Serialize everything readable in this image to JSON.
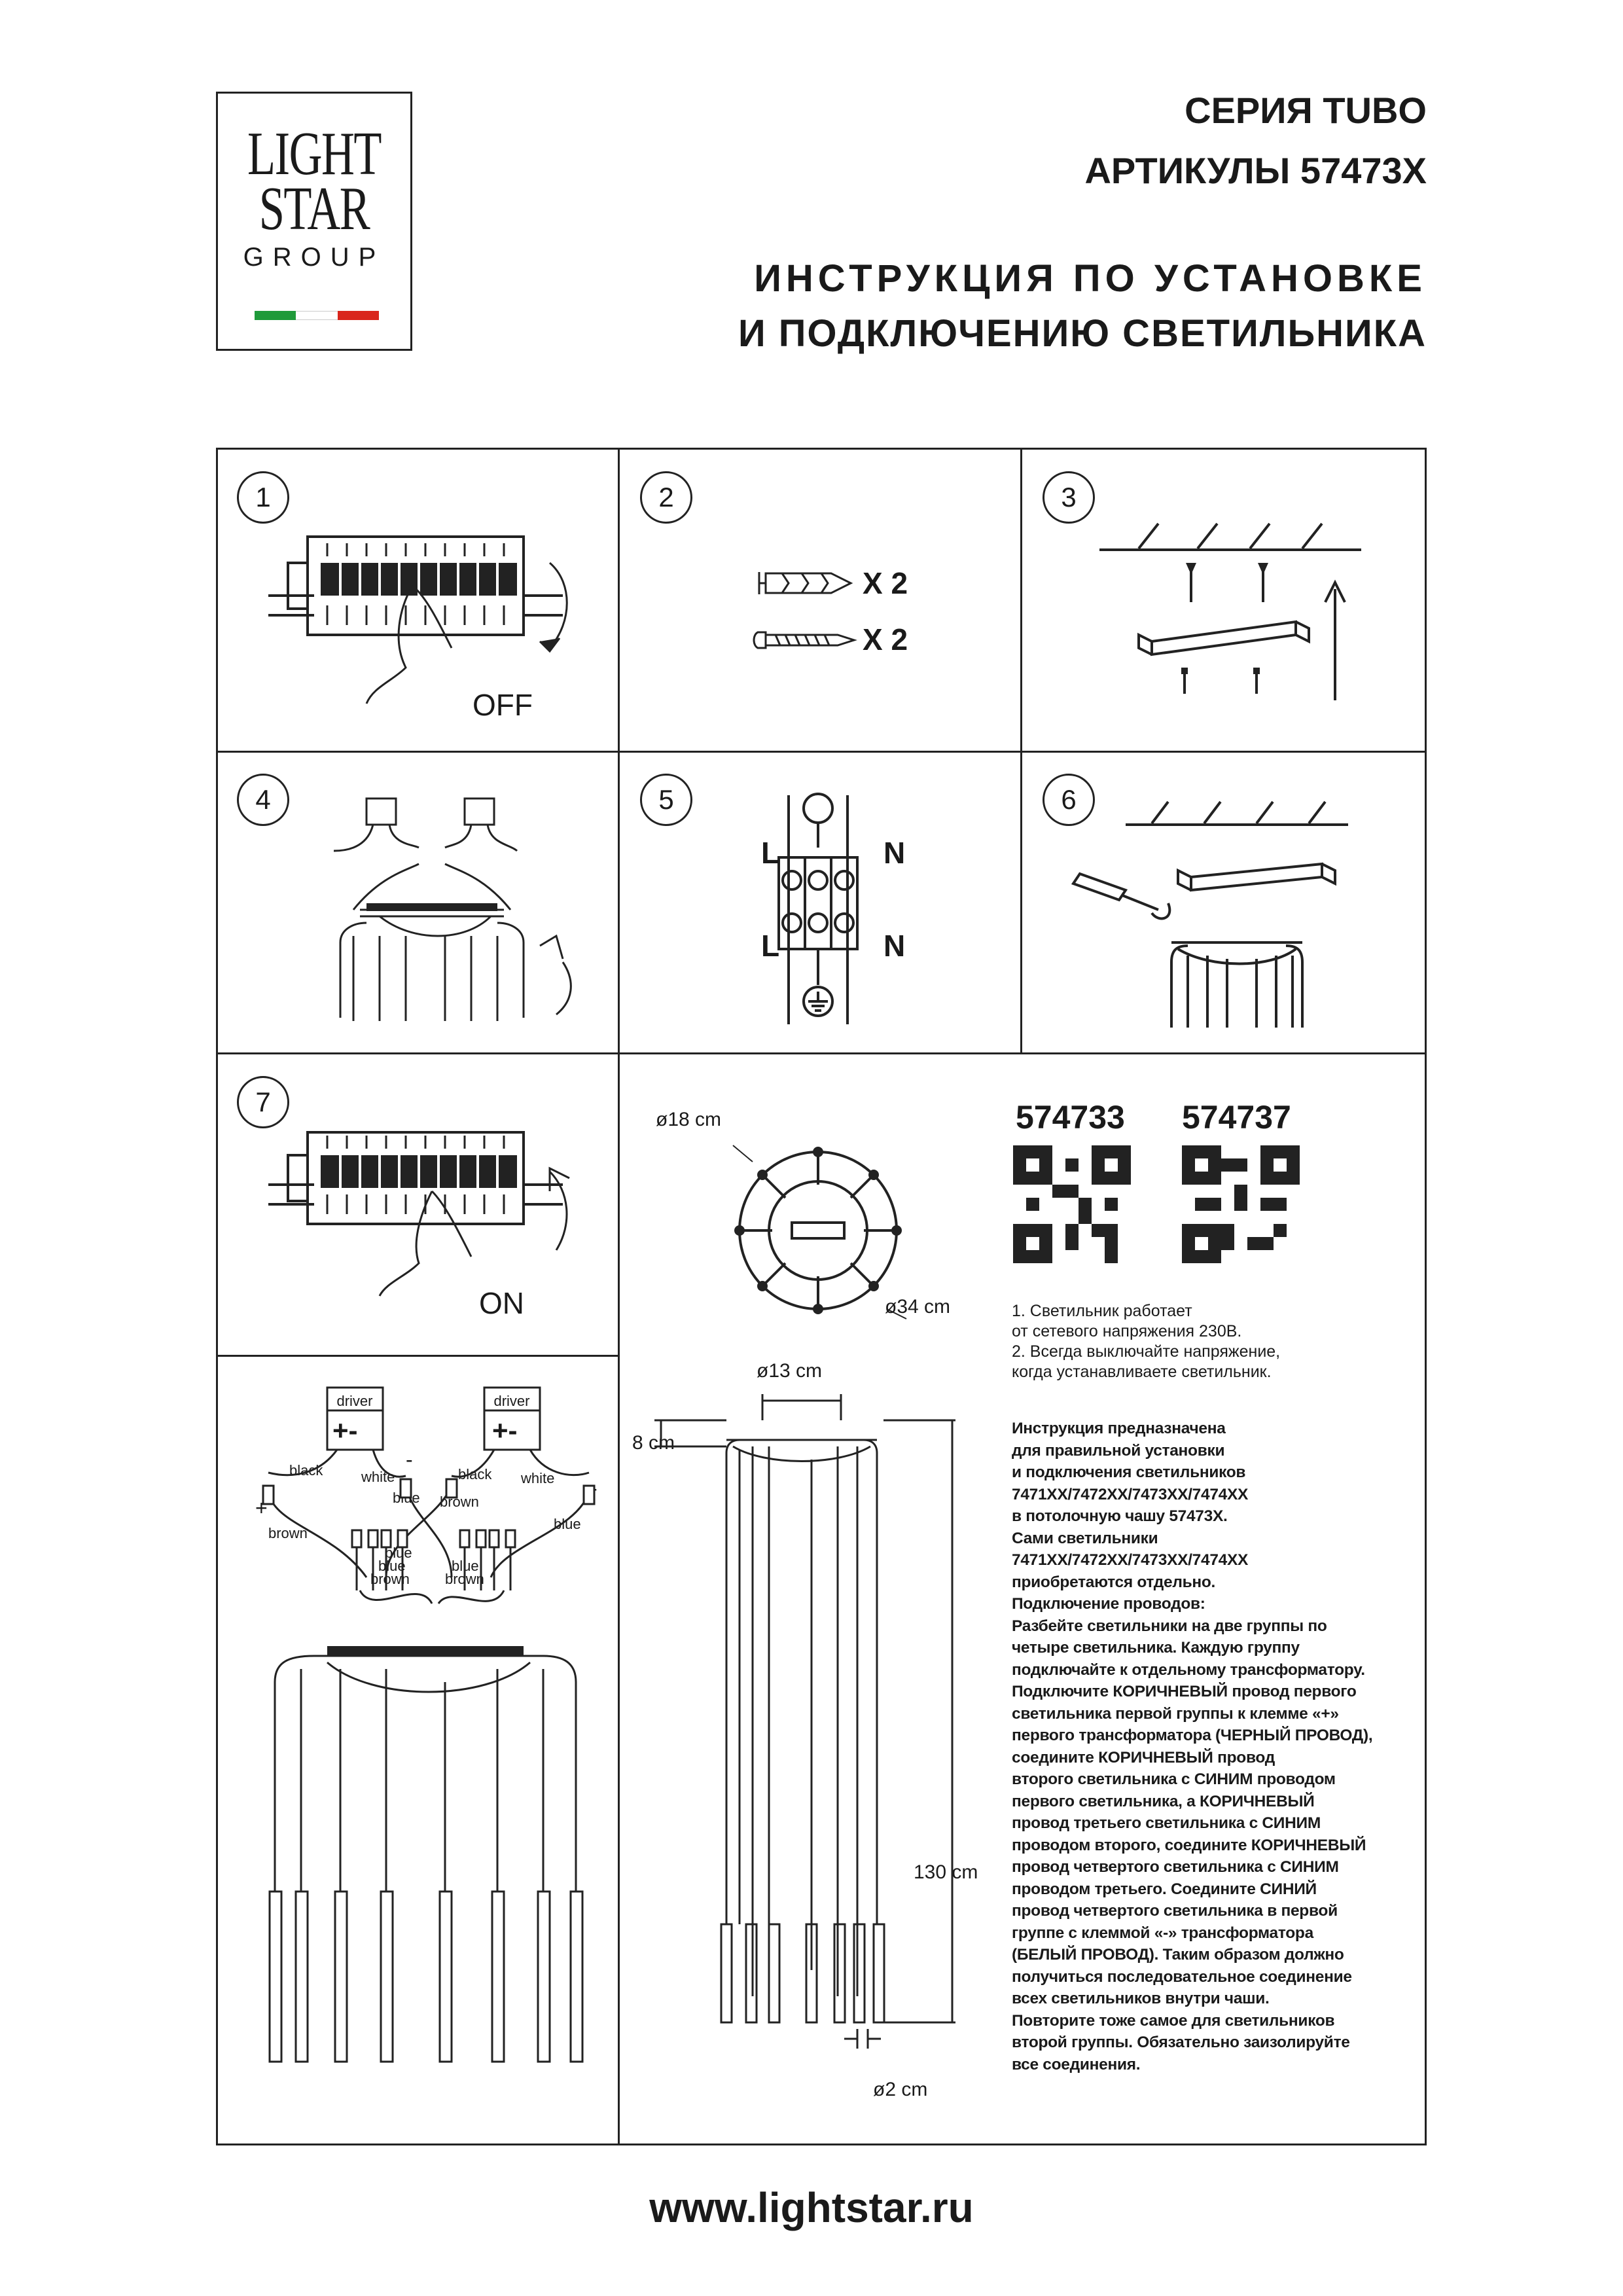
{
  "logo": {
    "line1": "LIGHT",
    "line2": "STAR",
    "line3": "GROUP",
    "flag_colors": [
      "#1f9a3a",
      "#ffffff",
      "#d9261c"
    ]
  },
  "header": {
    "series": "СЕРИЯ TUBO",
    "articles": "АРТИКУЛЫ 57473X",
    "title_line1": "ИНСТРУКЦИЯ ПО УСТАНОВКЕ",
    "title_line2": "И ПОДКЛЮЧЕНИЮ СВЕТИЛЬНИКА"
  },
  "steps": {
    "s1": {
      "num": "1",
      "label": "OFF"
    },
    "s2": {
      "num": "2",
      "qty1": "X 2",
      "qty2": "X 2"
    },
    "s3": {
      "num": "3"
    },
    "s4": {
      "num": "4"
    },
    "s5": {
      "num": "5",
      "l1": "L",
      "n1": "N",
      "l2": "L",
      "n2": "N"
    },
    "s6": {
      "num": "6"
    },
    "s7": {
      "num": "7",
      "label": "ON"
    }
  },
  "top_view": {
    "d_small": "ø18 cm",
    "d_large": "ø34 cm"
  },
  "codes": [
    "574733",
    "574737"
  ],
  "notes": [
    "1. Светильник работает",
    "от сетевого напряжения 230В.",
    "2. Всегда выключайте напряжение,",
    "когда устанавливаете светильник."
  ],
  "side_view": {
    "d_top": "ø13 cm",
    "h_top": "8 cm",
    "height": "130 cm",
    "d_tube": "ø2 cm"
  },
  "wiring": {
    "driver1": "driver",
    "driver2": "driver",
    "pm1": "+-",
    "pm2": "+-",
    "plus1": "+",
    "plus2": "+",
    "minus1": "-",
    "minus2": "-",
    "black1": "black",
    "white1": "white",
    "blue1": "blue",
    "brown1": "brown",
    "black2": "black",
    "white2": "white",
    "blue2": "blue",
    "brown2": "brown",
    "blue3": "blue",
    "brown3": "brown",
    "blue4": "blue",
    "brown4": "brown",
    "blue5": "blue"
  },
  "instructions": [
    "Инструкция предназначена",
    "для правильной установки",
    "и подключения светильников",
    "7471XX/7472XX/7473XX/7474XX",
    "в потолочную чашу 57473X.",
    "Сами светильники",
    "7471XX/7472XX/7473XX/7474XX",
    "приобретаются отдельно.",
    "Подключение проводов:",
    "Разбейте светильники на две группы по",
    "четыре светильника. Каждую группу",
    "подключайте к отдельному трансформатору.",
    "Подключите КОРИЧНЕВЫЙ провод первого",
    "светильника первой группы к клемме «+»",
    "первого трансформатора (ЧЕРНЫЙ ПРОВОД),",
    "соедините КОРИЧНЕВЫЙ провод",
    "второго светильника с СИНИМ проводом",
    "первого светильника, а КОРИЧНЕВЫЙ",
    "провод третьего светильника с СИНИМ",
    "проводом второго, соедините КОРИЧНЕВЫЙ",
    "провод четвертого светильника с СИНИМ",
    "проводом третьего. Соедините СИНИЙ",
    "провод четвертого светильника в первой",
    "группе с клеммой «-» трансформатора",
    "(БЕЛЫЙ ПРОВОД). Таким образом должно",
    "получиться последовательное соединение",
    "всех светильников внутри чаши.",
    "Повторите тоже самое для светильников",
    "второй группы. Обязательно заизолируйте",
    "все соединения."
  ],
  "footer": {
    "url": "www.lightstar.ru"
  }
}
